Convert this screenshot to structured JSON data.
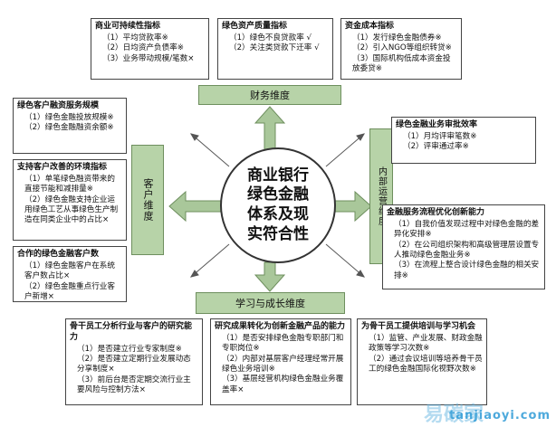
{
  "center": {
    "lines": [
      "商业银行",
      "绿色金融",
      "体系及现",
      "实符合性"
    ]
  },
  "bands": {
    "top": "财务维度",
    "left": "客户维度",
    "right": "内部运营维度",
    "bottom": "学习与成长维度"
  },
  "boxes": {
    "top1": {
      "title": "商业可持续性指标",
      "items": [
        "（1）平均贷款率※",
        "（2）日均资产负债率※",
        "（3）业务带动规模/笔数×"
      ]
    },
    "top2": {
      "title": "绿色资产质量指标",
      "items": [
        "（1）绿色不良贷款率 √",
        "（2）关注类贷款下迁率 √"
      ]
    },
    "top3": {
      "title": "资金成本指标",
      "items": [
        "（1）发行绿色金融债券※",
        "（2）引入NGO等组织转贷※",
        "（3）国际机构低成本资金投放委贷※"
      ]
    },
    "left1": {
      "title": "绿色客户融资服务规模",
      "items": [
        "（1）绿色金融投放规模※",
        "（2）绿色金融融资余额※"
      ]
    },
    "left2": {
      "title": "支持客户改善的环境指标",
      "items": [
        "（1）单笔绿色融资带来的直接节能和减排量※",
        "（2）绿色金融支持企业运用绿色工艺从事绿色生产制造在同类企业中的占比×"
      ]
    },
    "left3": {
      "title": "合作的绿色金融客户数",
      "items": [
        "（1）绿色金融客户在系统客户数占比×",
        "（2）绿色金融重点行业客户新增×"
      ]
    },
    "right1": {
      "title": "绿色金融业务审批效率",
      "items": [
        "（1）月均评审笔数※",
        "（2）评审通过率※"
      ]
    },
    "right2": {
      "title": "金融服务流程优化创新能力",
      "items": [
        "（1）自我价值发现过程中对绿色金融的差异化安排※",
        "（2）在公司组织架构和高级管理层设置专人推动绿色金融业务※",
        "（3）在流程上整合设计绿色金融的相关安排※"
      ]
    },
    "bottom1": {
      "title": "骨干员工分析行业与客户的研究能力",
      "items": [
        "（1）是否建立行业专家制度※",
        "（2）是否建立定期行业发展动态分享制度×",
        "（3）前后台是否定期交流行业主要风险与控制方法×"
      ]
    },
    "bottom2": {
      "title": "研究成果转化为创新金融产品的能力",
      "items": [
        "（1）是否安排绿色金融专职部门和专职岗位※",
        "（2）内部对基层客户经理经常开展绿色业务培训※",
        "（3）基层经营机构绿色金融业务覆盖率×"
      ]
    },
    "bottom3": {
      "title": "为骨干员工提供培训与学习机会",
      "items": [
        "（1）监管、产业发展、财政金融政策等学习次数※",
        "（2）通过会议培训等培养骨干员工的绿色金融国际化视野次数※"
      ]
    }
  },
  "watermark": {
    "url": "tanjiaoyi.com",
    "cn": "易碳家"
  },
  "colors": {
    "band_fill": "#b7d3a8",
    "arrow_fill": "#a9c79a",
    "border": "#444444"
  }
}
